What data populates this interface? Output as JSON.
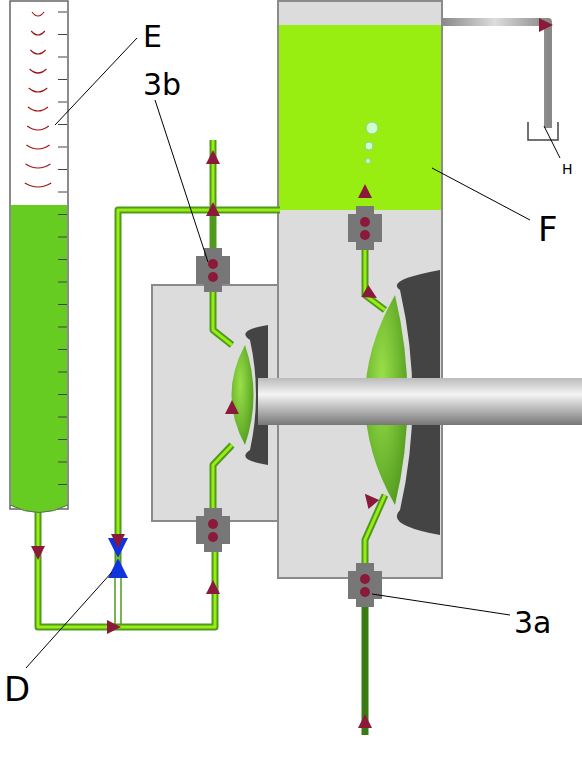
{
  "diagram": {
    "labels": [
      "E",
      "3b",
      "H",
      "F",
      "3a",
      "D"
    ]
  }
}
